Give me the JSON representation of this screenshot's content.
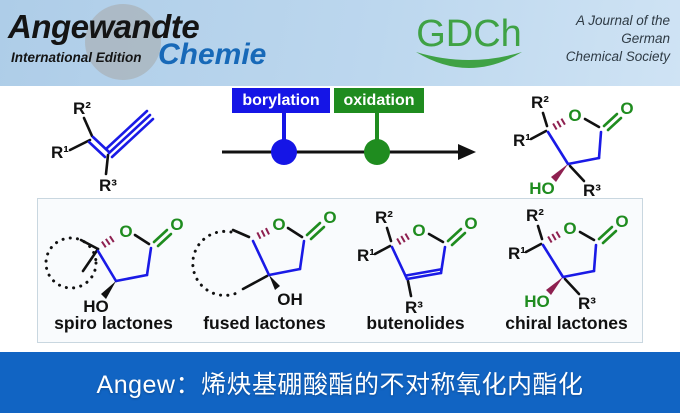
{
  "header": {
    "angewandte": "Angewandte",
    "international_edition": "International Edition",
    "chemie": "Chemie",
    "gdch": "GDCh",
    "tagline": {
      "line1": "A Journal of the",
      "line2": "German",
      "line3": "Chemical Society"
    }
  },
  "scheme": {
    "borylation_label": "borylation",
    "oxidation_label": "oxidation",
    "substrate": {
      "r1": "R¹",
      "r2": "R²",
      "r3": "R³"
    },
    "product": {
      "ring_o": "O",
      "carbonyl_o": "O",
      "hydroxyl": "HO",
      "r1": "R¹",
      "r2": "R²",
      "r3": "R³"
    }
  },
  "panel": {
    "items": [
      {
        "label": "spiro lactones",
        "ring_o": "O",
        "carbonyl_o": "O",
        "hydroxyl": "HO"
      },
      {
        "label": "fused lactones",
        "ring_o": "O",
        "carbonyl_o": "O",
        "hydroxyl": "OH"
      },
      {
        "label": "butenolides",
        "ring_o": "O",
        "carbonyl_o": "O",
        "r1": "R¹",
        "r2": "R²",
        "r3": "R³"
      },
      {
        "label": "chiral lactones",
        "ring_o": "O",
        "carbonyl_o": "O",
        "hydroxyl": "HO",
        "r1": "R¹",
        "r2": "R²",
        "r3": "R³"
      }
    ]
  },
  "banner": {
    "text": "Angew：烯炔基硼酸酯的不对称氧化内酯化"
  },
  "colors": {
    "header_blue": "#b9d4ec",
    "chemie_blue": "#1769b8",
    "gdch_green": "#3fa245",
    "bond_blue": "#1a1ae6",
    "atom_green": "#1f8c1f",
    "stereo_maroon": "#8e2050",
    "banner_blue": "#1164c3",
    "step_blue": "#1515e6",
    "step_green": "#1f8c1f"
  }
}
